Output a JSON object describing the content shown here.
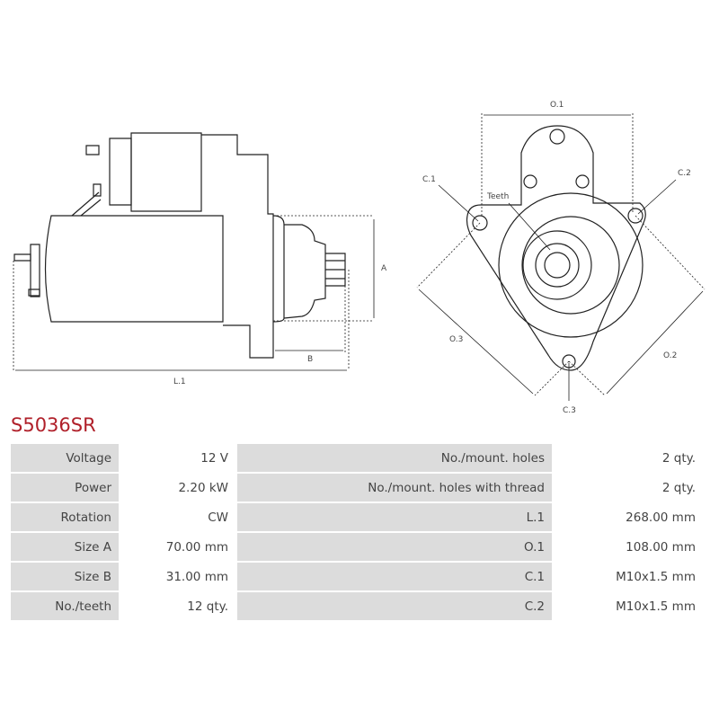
{
  "drawing": {
    "side_labels": {
      "a": "A",
      "b": "B",
      "l1": "L.1"
    },
    "front_labels": {
      "o1": "O.1",
      "o2": "O.2",
      "o3": "O.3",
      "c1": "C.1",
      "c2": "C.2",
      "c3": "C.3",
      "teeth": "Teeth"
    }
  },
  "product": {
    "code": "S5036SR"
  },
  "specs": [
    {
      "label": "Voltage",
      "value": "12 V",
      "label2": "No./mount. holes",
      "value2": "2 qty."
    },
    {
      "label": "Power",
      "value": "2.20 kW",
      "label2": "No./mount. holes with thread",
      "value2": "2 qty."
    },
    {
      "label": "Rotation",
      "value": "CW",
      "label2": "L.1",
      "value2": "268.00 mm"
    },
    {
      "label": "Size A",
      "value": "70.00 mm",
      "label2": "O.1",
      "value2": "108.00 mm"
    },
    {
      "label": "Size B",
      "value": "31.00 mm",
      "label2": "C.1",
      "value2": "M10x1.5 mm"
    },
    {
      "label": "No./teeth",
      "value": "12 qty.",
      "label2": "C.2",
      "value2": "M10x1.5 mm"
    }
  ]
}
